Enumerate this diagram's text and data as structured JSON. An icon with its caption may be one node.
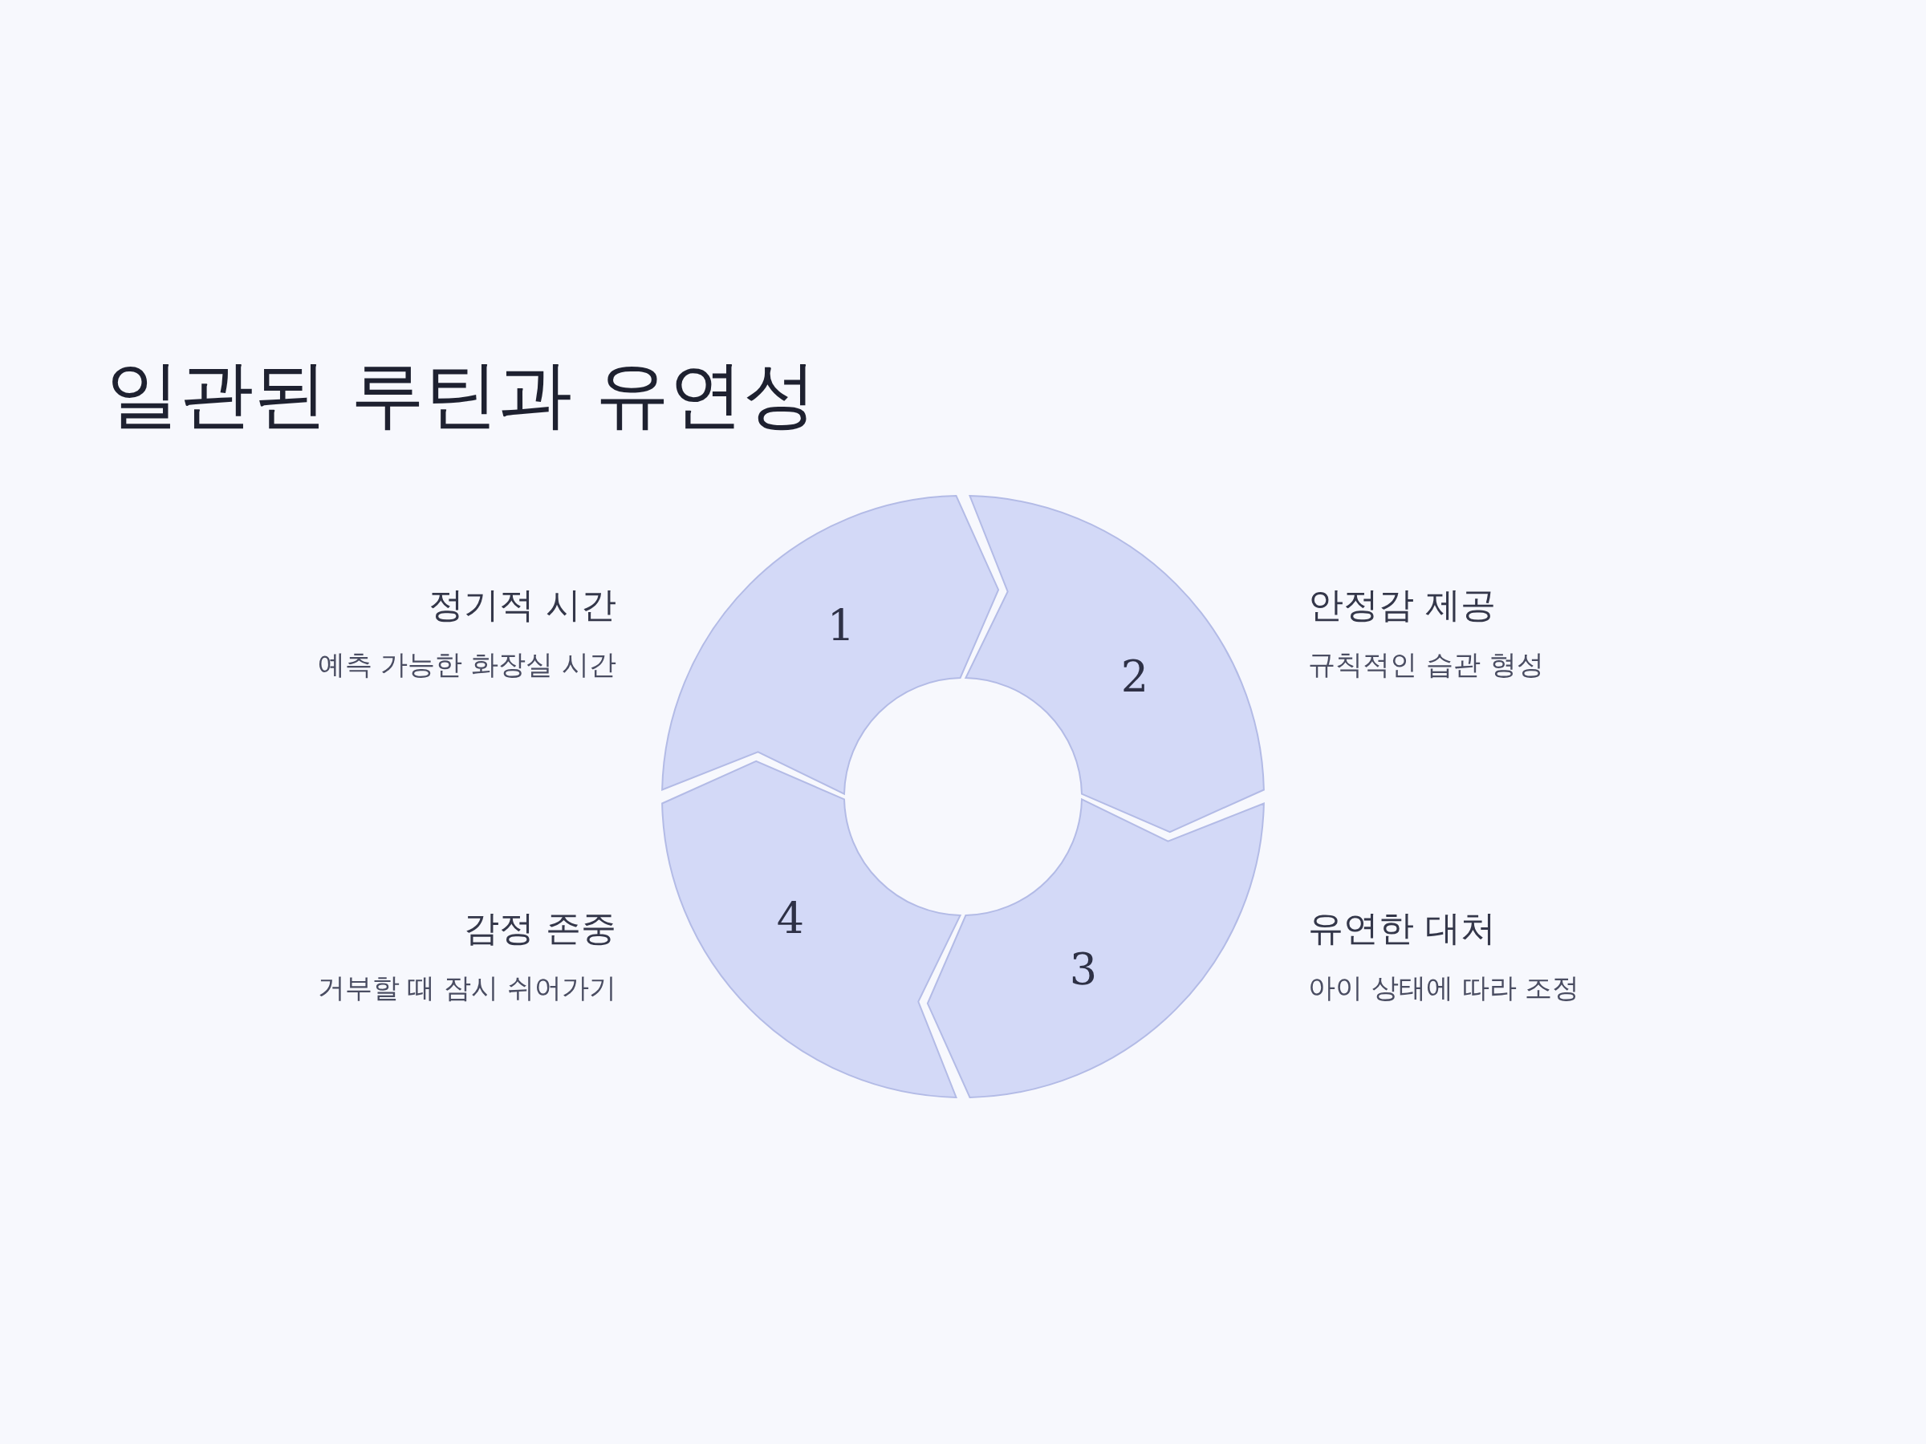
{
  "diagram": {
    "title": "일관된 루틴과 유연성",
    "nodes": [
      {
        "text": [
          "1"
        ],
        "beside": [
          "정기적 시간",
          "예측 가능한 화장실 시간"
        ]
      },
      {
        "text": [
          "2"
        ],
        "beside": [
          "안정감 제공",
          "규칙적인 습관 형성"
        ]
      },
      {
        "text": [
          "3"
        ],
        "beside": [
          "유연한 대처",
          "아이 상태에 따라 조정"
        ]
      },
      {
        "text": [
          "4"
        ],
        "beside": [
          "감정 존중",
          "거부할 때 잠시 쉬어가기"
        ]
      }
    ]
  }
}
